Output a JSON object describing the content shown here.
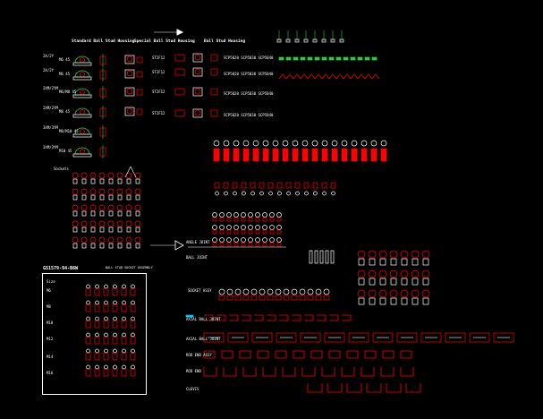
{
  "colors": {
    "background": "#000000",
    "line_primary": "#ff0000",
    "line_secondary": "#ffffff",
    "accent_green": "#2ecc40",
    "accent_cyan": "#00c8ff"
  },
  "drawing": {
    "heading_standard": "Standard Ball Stud Housing",
    "heading_special": "Special Ball Stud Housing",
    "heading_alt": "Ball Stud Housing",
    "row_labels": [
      "2X/2Y",
      "2X/2Y",
      "2XM/2YM",
      "2XM/2YM",
      "3XM/3YM",
      "3XM/3YM"
    ],
    "part_codes": [
      "M6 45",
      "M6 45",
      "M6/M8 45",
      "M8 45",
      "M8/M10 45",
      "M10 45"
    ],
    "mid_codes": [
      "ST2F12",
      "ST2F12",
      "ST2F12",
      "ST2F12"
    ],
    "right_codes": [
      "SCP5020 SCP5030 SCP5040",
      "SCP5020 SCP5030 SCP5040",
      "SCP5020 SCP5030 SCP5040",
      "SCP5020 SCP5030 SCP5040"
    ],
    "sockets_label": "Sockets",
    "spec_title": "GS1579-94-B6W",
    "spec_sub": "BALL STUD SOCKET ASSEMBLY",
    "spec_rows": [
      "Size",
      "M6",
      "M8",
      "M10",
      "M12",
      "M14",
      "M16"
    ],
    "connector_labels": [
      "ANGLE JOINT",
      "BALL JOINT",
      "SOCKET ASSY"
    ],
    "lower_labels": [
      "AXIAL BALL JOINT",
      "AXIAL BALL JOINT",
      "ROD END ASSY",
      "ROD END",
      "CLEVIS"
    ]
  }
}
